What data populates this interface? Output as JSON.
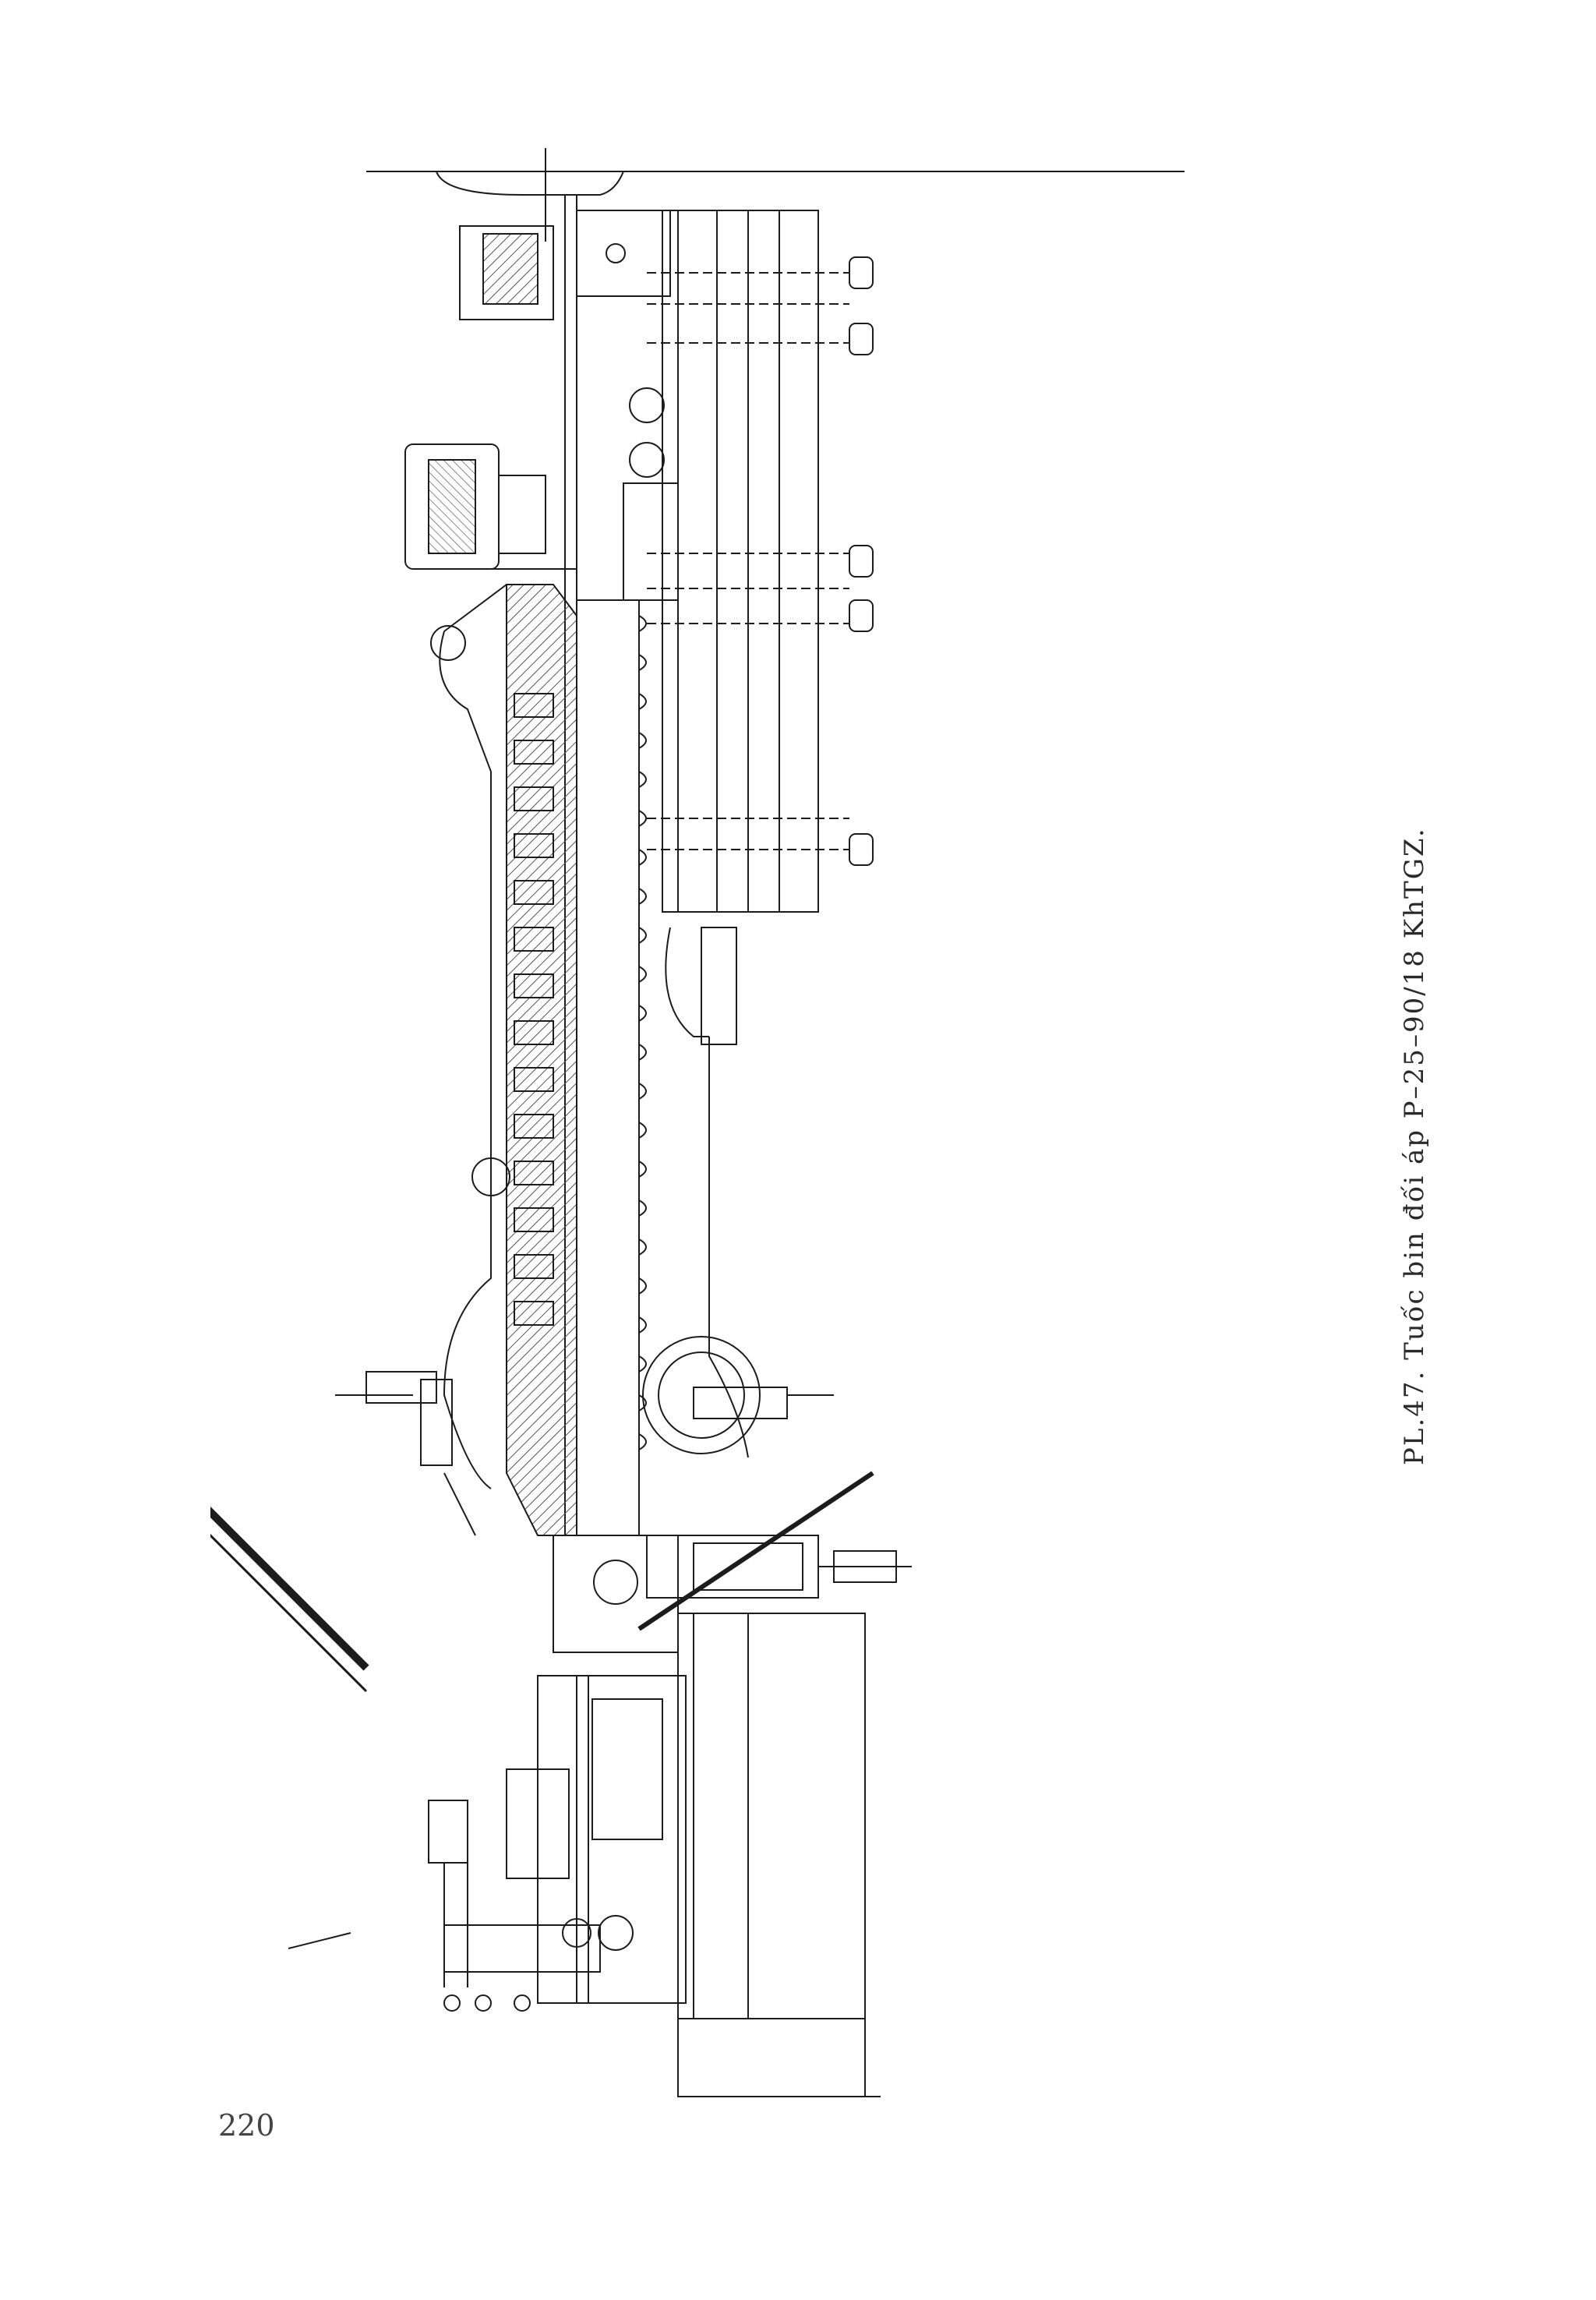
{
  "caption": "PL.47. Tuốc bin đối áp P–25–90/18 KhTGZ.",
  "page_number": "220",
  "colors": {
    "ink": "#1c1c1c",
    "paper": "#ffffff",
    "hatch": "#555555"
  },
  "icons": [
    "turbine-section-drawing"
  ]
}
